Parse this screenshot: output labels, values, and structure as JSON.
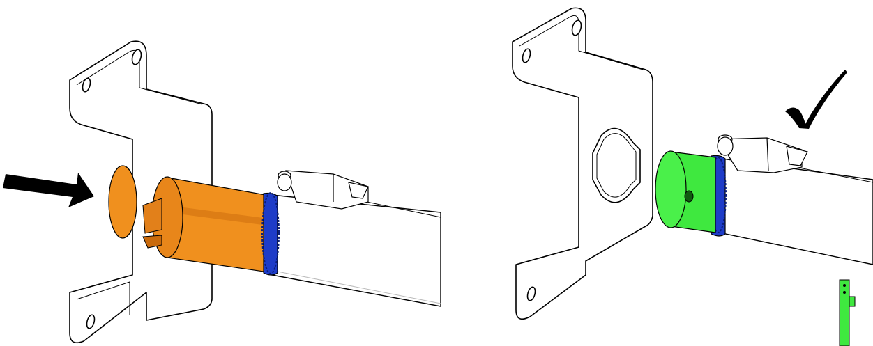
{
  "figure": {
    "panels": [
      {
        "id": "left",
        "description_visible_marks": [
          "push-arrow"
        ],
        "colors": {
          "adapter": "#F0901E",
          "adapter_shade": "#C96A0C",
          "band": "#1E3CC8",
          "outline": "#000000",
          "arrow": "#000000"
        }
      },
      {
        "id": "right",
        "description_visible_marks": [
          "checkmark"
        ],
        "colors": {
          "adapter": "#3FE83F",
          "adapter_shade": "#22B522",
          "band": "#1E3CC8",
          "outline": "#000000",
          "mark": "#000000"
        }
      }
    ],
    "icons": [
      "arrow-right-icon",
      "checkmark-icon"
    ]
  }
}
